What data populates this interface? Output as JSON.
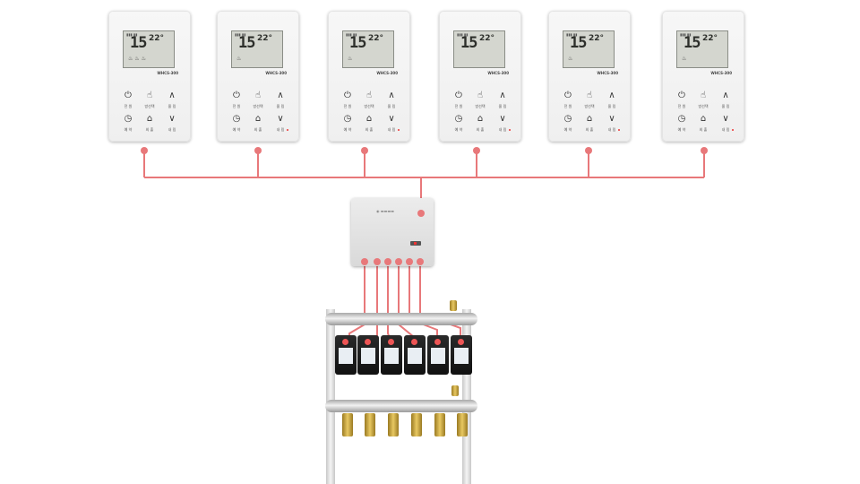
{
  "thermostats": [
    {
      "model": "WHCS-300",
      "current_temp": "15",
      "set_temp": "22°",
      "buttons": [
        {
          "icon": "power-icon",
          "label": "전 원"
        },
        {
          "icon": "mode-icon",
          "label": "방선택"
        },
        {
          "icon": "up-icon",
          "label": "올 림"
        },
        {
          "icon": "clock-icon",
          "label": "예 약"
        },
        {
          "icon": "home-icon",
          "label": "외 출"
        },
        {
          "icon": "down-icon",
          "label": "내 림"
        }
      ]
    },
    {
      "model": "WHCS-300",
      "current_temp": "15",
      "set_temp": "22°"
    },
    {
      "model": "WHCS-300",
      "current_temp": "15",
      "set_temp": "22°"
    },
    {
      "model": "WHCS-300",
      "current_temp": "15",
      "set_temp": "22°"
    },
    {
      "model": "WHCS-300",
      "current_temp": "15",
      "set_temp": "22°"
    },
    {
      "model": "WHCS-300",
      "current_temp": "15",
      "set_temp": "22°"
    }
  ],
  "colors": {
    "wire": "#e8787a",
    "thermostat_body": "#f2f2f2",
    "lcd": "#d4d6cf",
    "controller": "#e2e2e2",
    "actuator": "#1a1a1a",
    "brass": "#c9a43c"
  }
}
